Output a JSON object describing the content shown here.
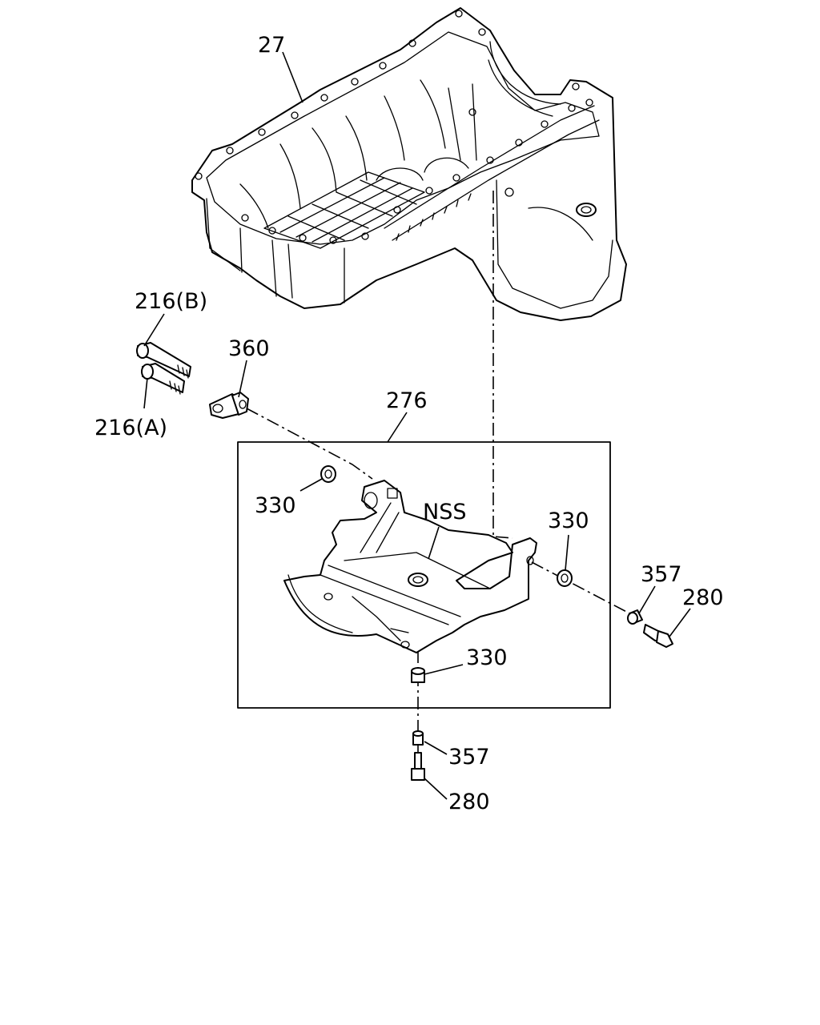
{
  "diagram": {
    "labels": {
      "oil_pan": "27",
      "bolt_b": "216(B)",
      "bolt_a": "216(A)",
      "bracket": "360",
      "assembly": "276",
      "grommet_left": "330",
      "grommet_right": "330",
      "grommet_bottom": "330",
      "nss": "NSS",
      "collar_right": "357",
      "bolt_right": "280",
      "collar_bottom": "357",
      "bolt_bottom": "280"
    }
  }
}
